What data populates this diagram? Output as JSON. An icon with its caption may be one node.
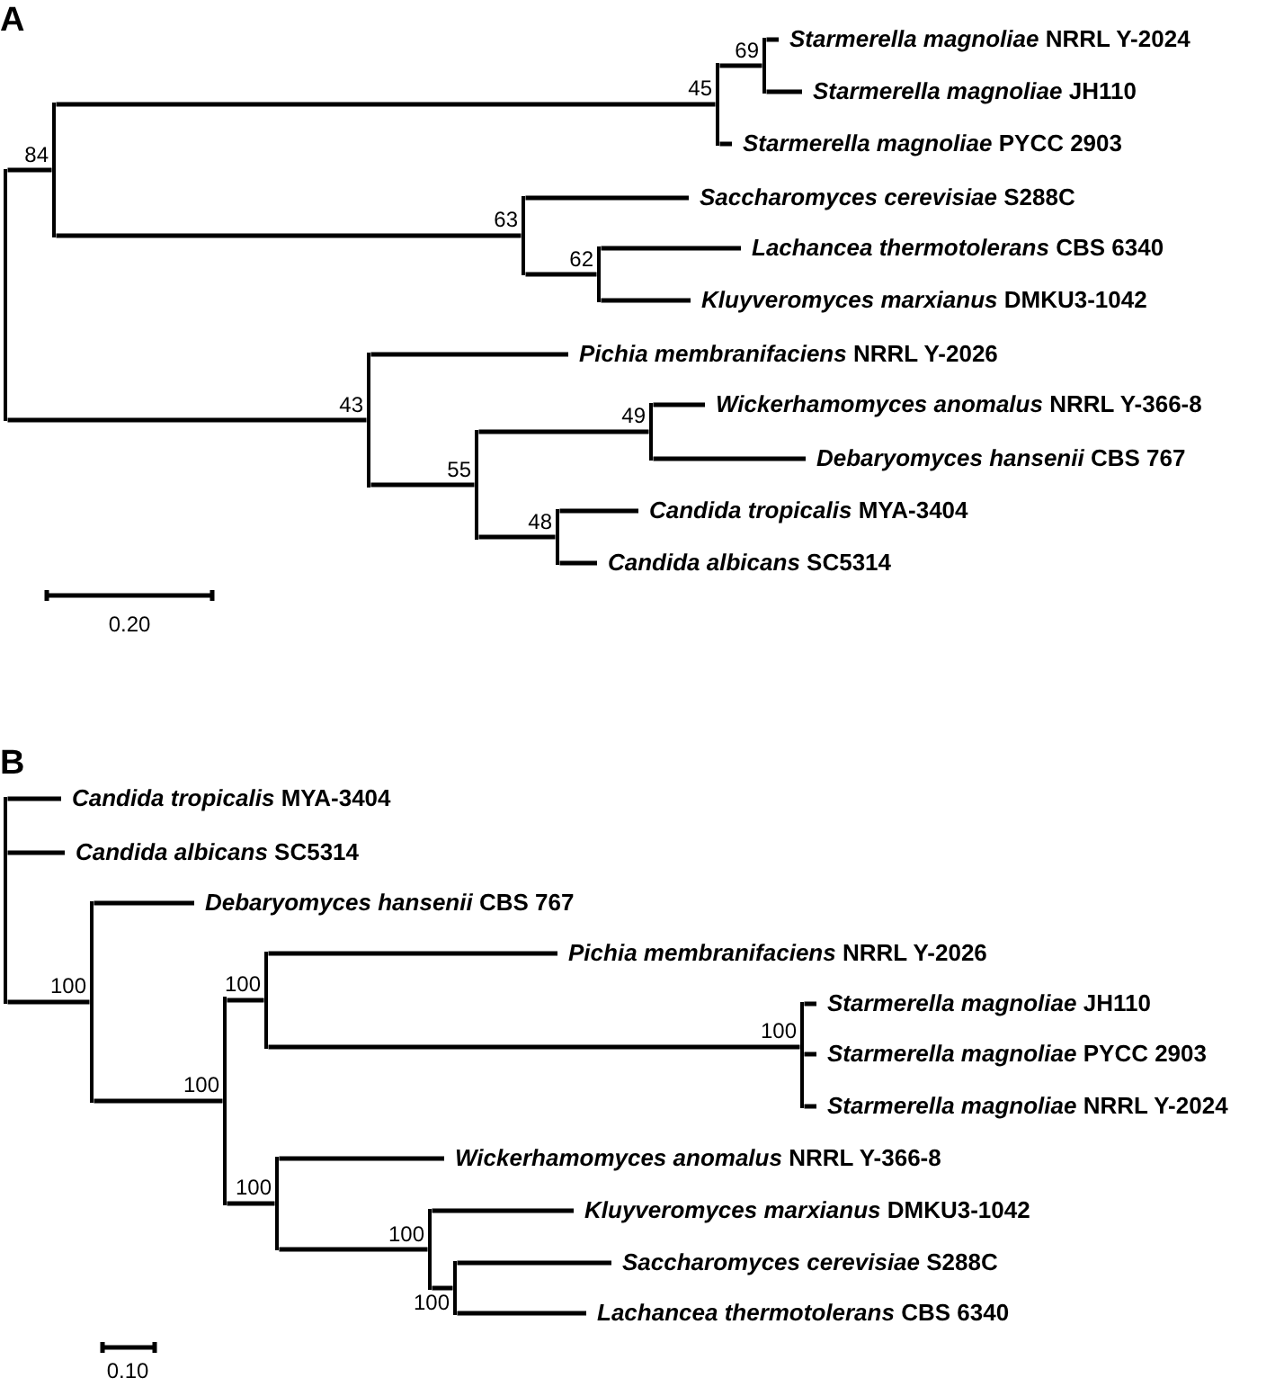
{
  "diagram": {
    "nodes": [
      {
        "text": [],
        "shape": "bar"
      },
      {
        "text": [],
        "shape": "bar",
        "beside": [
          "84"
        ]
      },
      {
        "text": [],
        "shape": "bar",
        "beside": [
          "45"
        ]
      },
      {
        "text": [],
        "shape": "bar",
        "beside": [
          "69"
        ]
      },
      {
        "text": [
          "*Starmerella magnoliae* NRRL Y-2024"
        ]
      },
      {
        "text": [
          "*Starmerella magnoliae* JH110"
        ]
      },
      {
        "text": [
          "*Starmerella magnoliae* PYCC 2903"
        ]
      },
      {
        "text": [],
        "shape": "bar",
        "beside": [
          "63"
        ]
      },
      {
        "text": [
          "*Saccharomyces cerevisiae* S288C"
        ]
      },
      {
        "text": [],
        "shape": "bar",
        "beside": [
          "62"
        ]
      },
      {
        "text": [
          "*Lachancea thermotolerans* CBS 6340"
        ]
      },
      {
        "text": [
          "*Kluyveromyces marxianus* DMKU3-1042"
        ]
      },
      {
        "text": [],
        "shape": "bar",
        "beside": [
          "43"
        ]
      },
      {
        "text": [
          "*Pichia membranifaciens* NRRL Y-2026"
        ]
      },
      {
        "text": [],
        "shape": "bar",
        "beside": [
          "55"
        ]
      },
      {
        "text": [],
        "shape": "bar",
        "beside": [
          "49"
        ]
      },
      {
        "text": [
          "*Wickerhamomyces anomalus* NRRL Y-366-8"
        ]
      },
      {
        "text": [
          "*Debaryomyces hansenii* CBS 767"
        ]
      },
      {
        "text": [],
        "shape": "bar",
        "beside": [
          "48"
        ]
      },
      {
        "text": [
          "*Candida tropicalis* MYA-3404"
        ]
      },
      {
        "text": [
          "*Candida albicans* SC5314"
        ]
      },
      {
        "text": [],
        "shape": "bar"
      },
      {
        "text": [
          "*Candida tropicalis* MYA-3404"
        ]
      },
      {
        "text": [
          "*Candida albicans* SC5314"
        ]
      },
      {
        "text": [],
        "shape": "bar",
        "beside": [
          "100"
        ]
      },
      {
        "text": [
          "*Debaryomyces hansenii* CBS 767"
        ]
      },
      {
        "text": [],
        "shape": "bar",
        "beside": [
          "100"
        ]
      },
      {
        "text": [],
        "shape": "bar",
        "beside": [
          "100"
        ]
      },
      {
        "text": [
          "*Pichia membranifaciens* NRRL Y-2026"
        ]
      },
      {
        "text": [],
        "shape": "bar",
        "beside": [
          "100"
        ]
      },
      {
        "text": [
          "*Starmerella magnoliae* JH110"
        ]
      },
      {
        "text": [
          "*Starmerella magnoliae* PYCC 2903"
        ]
      },
      {
        "text": [
          "*Starmerella magnoliae* NRRL Y-2024"
        ]
      },
      {
        "text": [],
        "shape": "bar",
        "beside": [
          "100"
        ]
      },
      {
        "text": [
          "*Wickerhamomyces anomalus* NRRL Y-366-8"
        ]
      },
      {
        "text": [],
        "shape": "bar",
        "beside": [
          "100"
        ]
      },
      {
        "text": [
          "*Kluyveromyces marxianus* DMKU3-1042"
        ]
      },
      {
        "text": [],
        "shape": "bar",
        "beside": [
          "100"
        ]
      },
      {
        "text": [
          "*Saccharomyces cerevisiae* S288C"
        ]
      },
      {
        "text": [
          "*Lachancea thermotolerans* CBS 6340"
        ]
      }
    ],
    "edges": [
      {
        "from": 0,
        "to": 1,
        "arrow": "none"
      },
      {
        "from": 0,
        "to": 12,
        "arrow": "none"
      },
      {
        "from": 1,
        "to": 2,
        "arrow": "none"
      },
      {
        "from": 1,
        "to": 7,
        "arrow": "none"
      },
      {
        "from": 2,
        "to": 3,
        "arrow": "none"
      },
      {
        "from": 2,
        "to": 6,
        "arrow": "none"
      },
      {
        "from": 3,
        "to": 4,
        "arrow": "none"
      },
      {
        "from": 3,
        "to": 5,
        "arrow": "none"
      },
      {
        "from": 7,
        "to": 8,
        "arrow": "none"
      },
      {
        "from": 7,
        "to": 9,
        "arrow": "none"
      },
      {
        "from": 9,
        "to": 10,
        "arrow": "none"
      },
      {
        "from": 9,
        "to": 11,
        "arrow": "none"
      },
      {
        "from": 12,
        "to": 13,
        "arrow": "none"
      },
      {
        "from": 12,
        "to": 14,
        "arrow": "none"
      },
      {
        "from": 14,
        "to": 15,
        "arrow": "none"
      },
      {
        "from": 14,
        "to": 18,
        "arrow": "none"
      },
      {
        "from": 15,
        "to": 16,
        "arrow": "none"
      },
      {
        "from": 15,
        "to": 17,
        "arrow": "none"
      },
      {
        "from": 18,
        "to": 19,
        "arrow": "none"
      },
      {
        "from": 18,
        "to": 20,
        "arrow": "none"
      },
      {
        "from": 21,
        "to": 22,
        "arrow": "none"
      },
      {
        "from": 21,
        "to": 23,
        "arrow": "none"
      },
      {
        "from": 21,
        "to": 24,
        "arrow": "none"
      },
      {
        "from": 24,
        "to": 25,
        "arrow": "none"
      },
      {
        "from": 24,
        "to": 26,
        "arrow": "none"
      },
      {
        "from": 26,
        "to": 27,
        "arrow": "none"
      },
      {
        "from": 26,
        "to": 33,
        "arrow": "none"
      },
      {
        "from": 27,
        "to": 28,
        "arrow": "none"
      },
      {
        "from": 27,
        "to": 29,
        "arrow": "none"
      },
      {
        "from": 29,
        "to": 30,
        "arrow": "none"
      },
      {
        "from": 29,
        "to": 31,
        "arrow": "none"
      },
      {
        "from": 29,
        "to": 32,
        "arrow": "none"
      },
      {
        "from": 33,
        "to": 34,
        "arrow": "none"
      },
      {
        "from": 33,
        "to": 35,
        "arrow": "none"
      },
      {
        "from": 35,
        "to": 36,
        "arrow": "none"
      },
      {
        "from": 35,
        "to": 37,
        "arrow": "none"
      },
      {
        "from": 37,
        "to": 38,
        "arrow": "none"
      },
      {
        "from": 37,
        "to": 39,
        "arrow": "none"
      }
    ],
    "labels": [
      "A",
      "0.20",
      "B",
      "0.10"
    ]
  }
}
